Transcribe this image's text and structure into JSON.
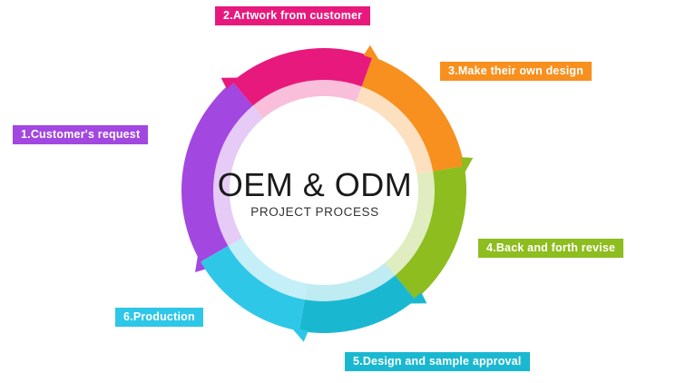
{
  "diagram": {
    "title": "OEM & ODM",
    "subtitle": "PROJECT PROCESS",
    "steps": [
      {
        "label": "1.Customer's request",
        "color": "#a247e0"
      },
      {
        "label": "2.Artwork from customer",
        "color": "#e8197c"
      },
      {
        "label": "3.Make their own design",
        "color": "#f7901e"
      },
      {
        "label": "4.Back and forth revise",
        "color": "#8dbd1e"
      },
      {
        "label": "5.Design and sample approval",
        "color": "#1ab8d0"
      },
      {
        "label": "6.Production",
        "color": "#2ec7e8"
      }
    ]
  }
}
